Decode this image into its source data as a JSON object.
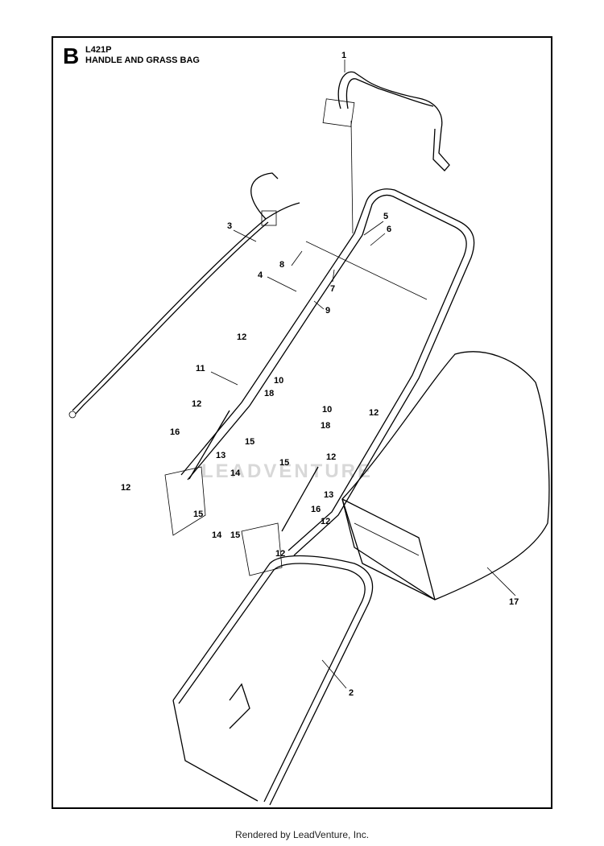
{
  "header": {
    "section_letter": "B",
    "model": "L421P",
    "title": "HANDLE AND GRASS BAG"
  },
  "watermark": "LEADVENTURE",
  "footer": "Rendered by LeadVenture, Inc.",
  "callouts": [
    "1",
    "2",
    "3",
    "4",
    "5",
    "6",
    "7",
    "8",
    "9",
    "10",
    "10",
    "11",
    "12",
    "12",
    "12",
    "12",
    "12",
    "12",
    "12",
    "13",
    "13",
    "14",
    "14",
    "15",
    "15",
    "15",
    "15",
    "16",
    "16",
    "17",
    "18",
    "18"
  ]
}
